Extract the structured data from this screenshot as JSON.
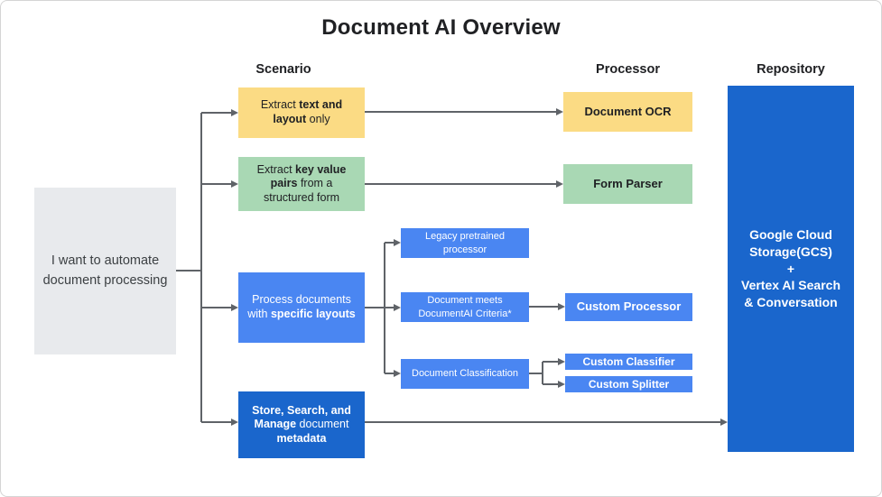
{
  "title": "Document AI Overview",
  "columns": {
    "scenario": "Scenario",
    "processor": "Processor",
    "repository": "Repository"
  },
  "start_box": {
    "text": "I want to automate document processing"
  },
  "scenarios": {
    "extract_text": {
      "pre": "Extract ",
      "bold": "text and layout",
      "post": " only"
    },
    "extract_kv": {
      "pre": "Extract ",
      "bold": "key value pairs",
      "post": " from a structured form"
    },
    "specific_layouts": {
      "pre": "Process documents with ",
      "bold": "specific layouts",
      "post": ""
    },
    "store_search": {
      "bold1": "Store, Search, and Manage",
      "mid": " document ",
      "bold2": "metadata"
    }
  },
  "sub_scenarios": {
    "legacy": "Legacy pretrained processor",
    "doc_meets": "Document meets DocumentAI Criteria*",
    "doc_class": "Document Classification"
  },
  "processors": {
    "ocr": "Document OCR",
    "form_parser": "Form Parser",
    "custom_processor": "Custom Processor",
    "custom_classifier": "Custom Classifier",
    "custom_splitter": "Custom Splitter"
  },
  "repository": {
    "line1": "Google Cloud Storage(GCS)",
    "plus": "+",
    "line2": "Vertex AI Search & Conversation"
  },
  "colors": {
    "yellow": "#FBDB84",
    "green": "#A9D8B4",
    "blue": "#4A86F2",
    "darkblue": "#1A66CC",
    "gray": "#E8EAED",
    "line": "#5F6368",
    "ink": "#202124",
    "white": "#FFFFFF"
  }
}
